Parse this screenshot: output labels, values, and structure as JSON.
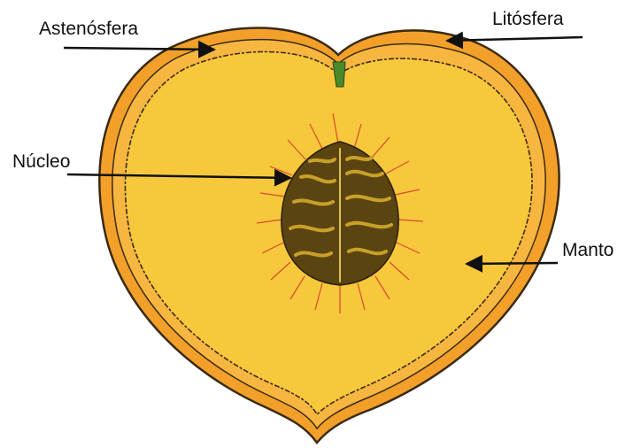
{
  "diagram": {
    "labels": {
      "asthenosphere": "Astenósfera",
      "lithosphere": "Litósfera",
      "core": "Núcleo",
      "mantle": "Manto"
    },
    "colors": {
      "outer_skin": "#f2a02a",
      "asthenosphere_band": "#f6b640",
      "mantle_flesh": "#f7c83c",
      "outline": "#3a2a10",
      "core_pit": "#5a4512",
      "core_grooves": "#c8a028",
      "core_fibers": "#d84a2a",
      "stem": "#4a8a2a",
      "arrow": "#111111",
      "background": "#ffffff"
    }
  }
}
